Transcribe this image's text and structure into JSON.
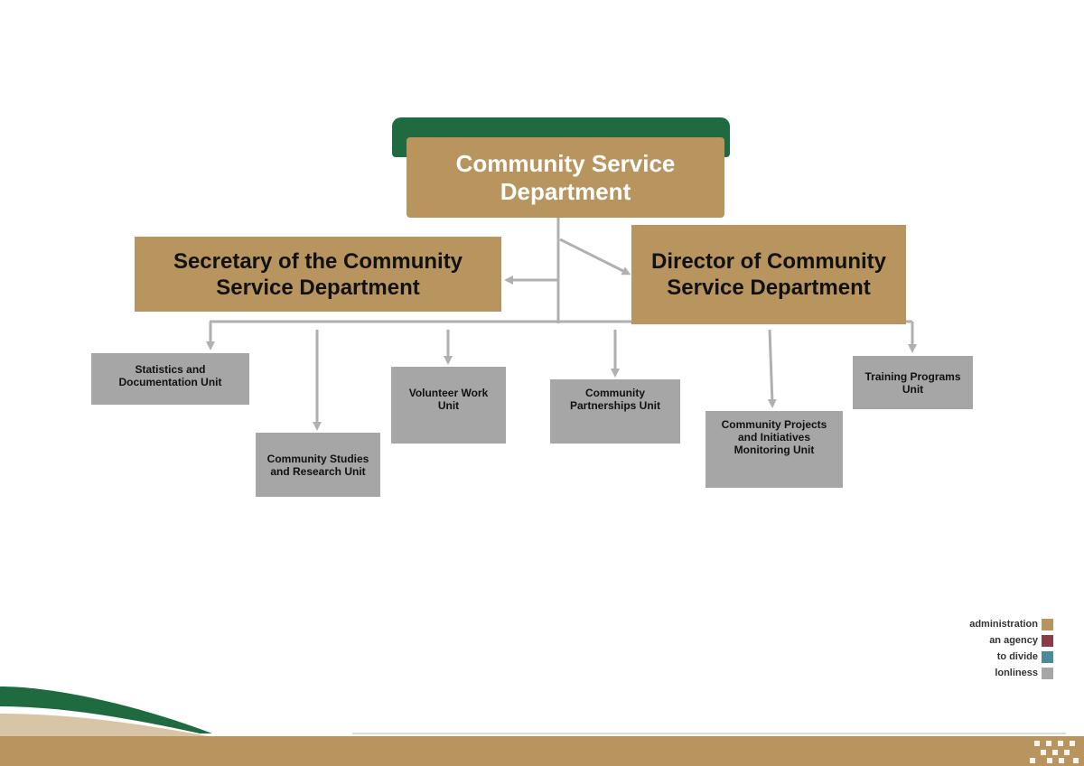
{
  "head": {
    "title": "Community Service Department"
  },
  "secretary": {
    "title": "Secretary of the Community Service Department"
  },
  "director": {
    "title": "Director of Community Service Department"
  },
  "units": [
    "Statistics and Documentation Unit",
    "Community Studies and Research Unit",
    "Volunteer Work Unit",
    "Community Partnerships Unit",
    "Community Projects and Initiatives Monitoring Unit",
    "Training Programs Unit"
  ],
  "legend": [
    {
      "label": "administration",
      "color": "#b8955f"
    },
    {
      "label": "an agency",
      "color": "#8b3a48"
    },
    {
      "label": "to divide",
      "color": "#4a8a99"
    },
    {
      "label": "lonliness",
      "color": "#a6a6a6"
    }
  ],
  "colors": {
    "gold": "#b8955f",
    "green": "#1f6b3f",
    "gray": "#a6a6a6",
    "connector": "#b0b0b0"
  }
}
